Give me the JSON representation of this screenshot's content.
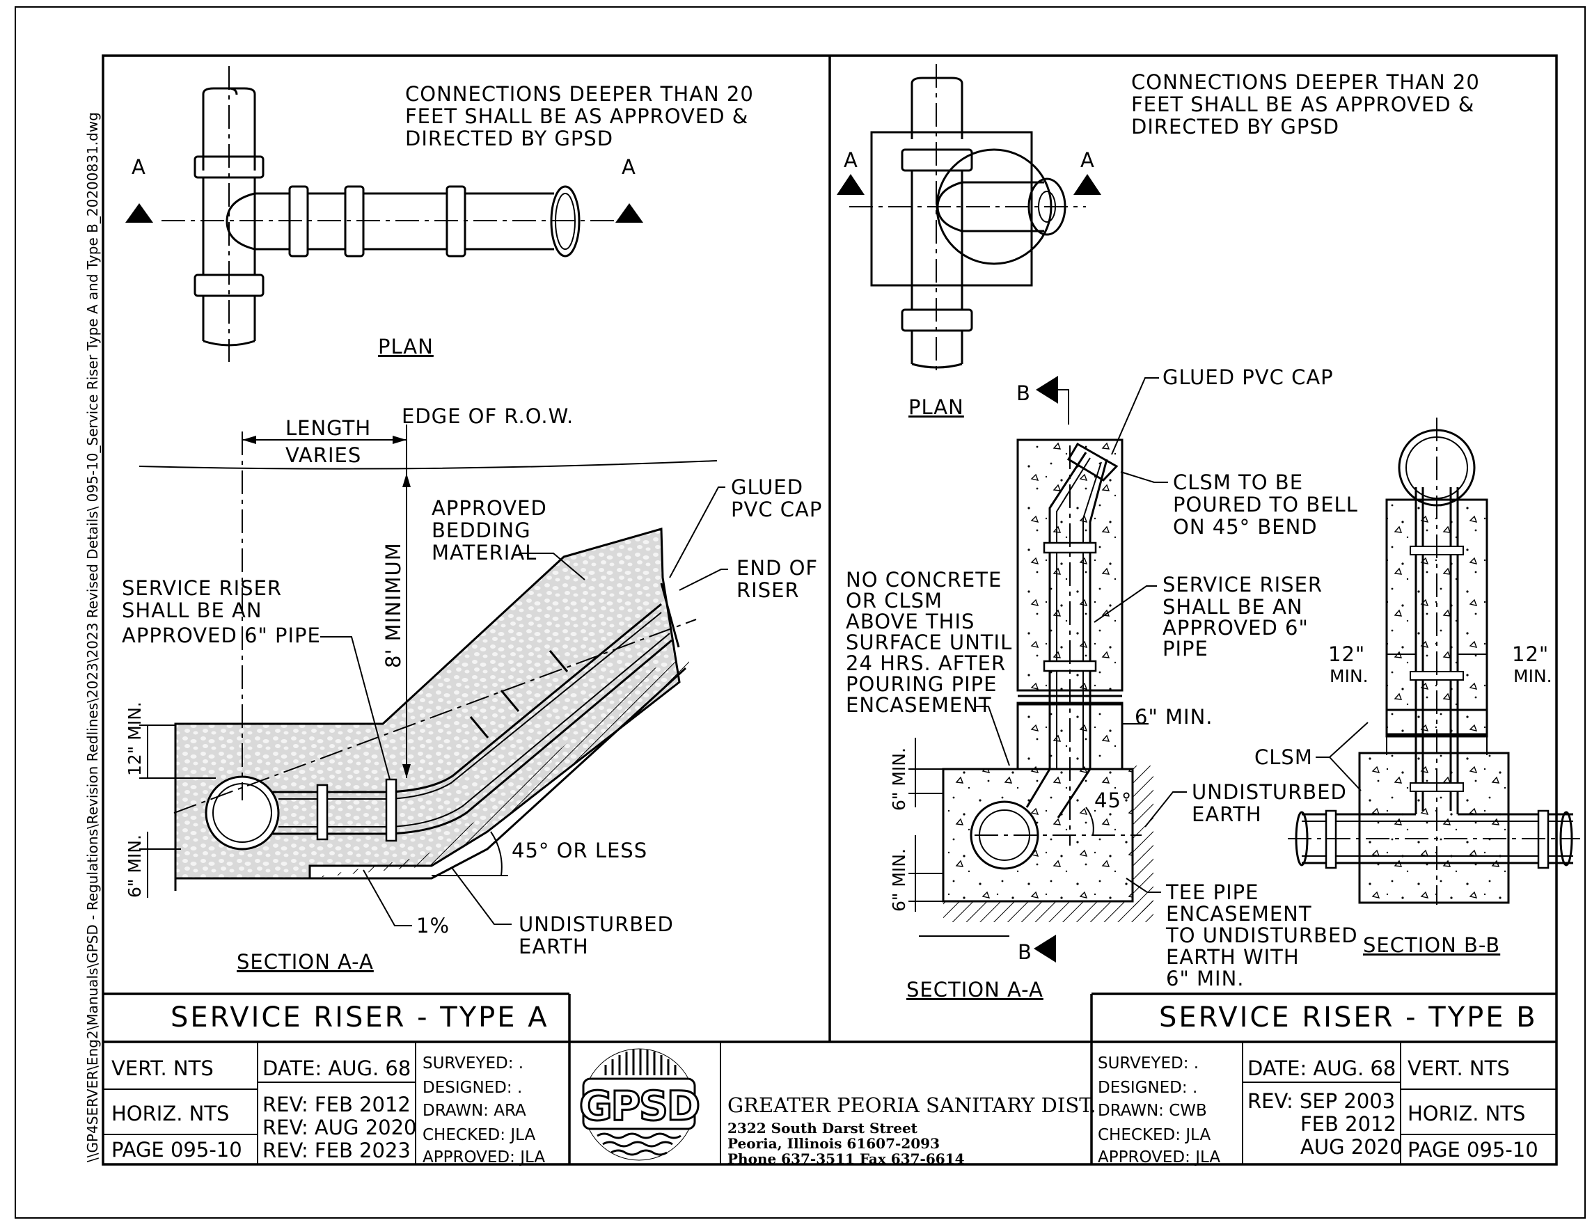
{
  "file_path": "\\\\GP4SERVER\\Eng2\\Manuals\\GPSD - Regulations\\Revision Redlines\\2023\\2023 Revised Details\\ 095-10_Service Riser Type A and Type B_20200831.dwg",
  "left": {
    "note": [
      "CONNECTIONS DEEPER THAN 20",
      "FEET SHALL BE AS APPROVED &",
      "DIRECTED BY GPSD"
    ],
    "plan_title": "PLAN",
    "section_marker": "A",
    "edge_row": "EDGE OF R.O.W.",
    "length_varies": [
      "LENGTH",
      "VARIES"
    ],
    "min_8": "8' MINIMUM",
    "approved_bedding": [
      "APPROVED",
      "BEDDING",
      "MATERIAL"
    ],
    "glued_cap": [
      "GLUED",
      "PVC CAP"
    ],
    "end_riser": [
      "END OF",
      "RISER"
    ],
    "service_riser": [
      "SERVICE RISER",
      "SHALL BE AN",
      "APPROVED 6\" PIPE"
    ],
    "min_12": "12\" MIN.",
    "min_6": "6\" MIN.",
    "angle": "45° OR LESS",
    "slope": "1%",
    "undisturbed": [
      "UNDISTURBED",
      "EARTH"
    ],
    "section_title": "SECTION A-A",
    "sheet_title": "SERVICE RISER - TYPE A"
  },
  "right": {
    "note": [
      "CONNECTIONS DEEPER THAN 20",
      "FEET SHALL BE AS APPROVED &",
      "DIRECTED BY GPSD"
    ],
    "plan_title": "PLAN",
    "marker_a": "A",
    "marker_b": "B",
    "glued_cap": "GLUED PVC CAP",
    "clsm_bell": [
      "CLSM TO BE",
      "POURED TO BELL",
      "ON 45° BEND"
    ],
    "no_concrete": [
      "NO CONCRETE",
      "OR CLSM",
      "ABOVE THIS",
      "SURFACE UNTIL",
      "24 HRS. AFTER",
      "POURING PIPE",
      "ENCASEMENT"
    ],
    "service_riser": [
      "SERVICE RISER",
      "SHALL BE AN",
      "APPROVED 6\"",
      "PIPE"
    ],
    "min_6": "6\" MIN.",
    "min_6_vert": "6\" MIN.",
    "angle": "45°",
    "undisturbed": [
      "UNDISTURBED",
      "EARTH"
    ],
    "tee_encasement": [
      "TEE PIPE",
      "ENCASEMENT",
      "TO UNDISTURBED",
      "EARTH WITH",
      "6\" MIN."
    ],
    "section_aa": "SECTION A-A",
    "min_12_l": [
      "12\"",
      "MIN."
    ],
    "min_12_r": [
      "12\"",
      "MIN."
    ],
    "clsm": "CLSM",
    "section_bb": "SECTION B-B",
    "sheet_title": "SERVICE RISER - TYPE B"
  },
  "title_block": {
    "a": {
      "vert": "VERT.   NTS",
      "horiz": "HORIZ.  NTS",
      "page": "PAGE 095-10",
      "date": "DATE: AUG. 68",
      "rev1": "REV: FEB 2012",
      "rev2": "REV: AUG 2020",
      "rev3": "REV: FEB 2023",
      "surveyed": "SURVEYED: .",
      "designed": "DESIGNED:  .",
      "drawn": "DRAWN:     ARA",
      "checked": "CHECKED:  JLA",
      "approved": "APPROVED: JLA"
    },
    "logo": "GPSD",
    "org": {
      "name": "GREATER PEORIA SANITARY DIST.",
      "street": "2322 South Darst Street",
      "city": "Peoria, Illinois 61607-2093",
      "phone": "Phone 637-3511 Fax 637-6614"
    },
    "b": {
      "surveyed": "SURVEYED: .",
      "designed": "DESIGNED:  .",
      "drawn": "DRAWN:     CWB",
      "checked": "CHECKED:  JLA",
      "approved": "APPROVED: JLA",
      "date": "DATE: AUG. 68",
      "rev": "REV: SEP 2003",
      "rev2": "FEB 2012",
      "rev3": "AUG 2020",
      "vert": "VERT.   NTS",
      "horiz": "HORIZ.  NTS",
      "page": "PAGE 095-10"
    }
  }
}
